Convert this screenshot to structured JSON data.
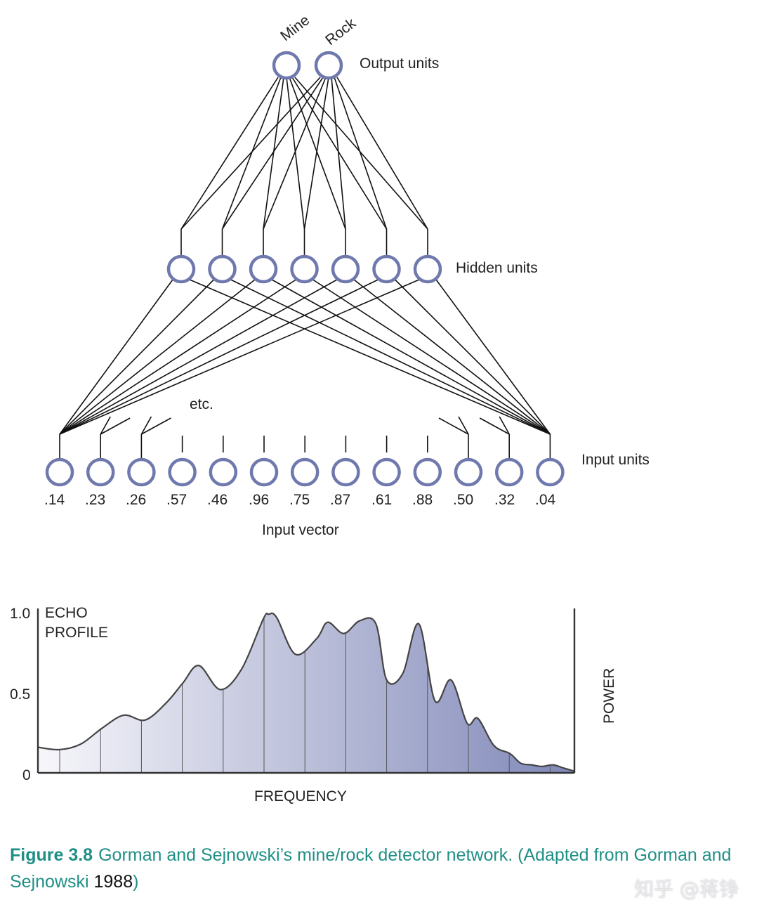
{
  "network": {
    "output_units": [
      "Mine",
      "Rock"
    ],
    "output_label": "Output units",
    "hidden_label": "Hidden units",
    "hidden_count": 7,
    "input_label": "Input units",
    "input_values": [
      ".14",
      ".23",
      ".26",
      ".57",
      ".46",
      ".96",
      ".75",
      ".87",
      ".61",
      ".88",
      ".50",
      ".32",
      ".04"
    ],
    "etc_label": "etc.",
    "input_vector_label": "Input vector",
    "unit_color": "#6f79ad"
  },
  "echo_profile": {
    "title_line1": "ECHO",
    "title_line2": "PROFILE",
    "y_ticks": [
      "1.0",
      "0.5",
      "0"
    ],
    "xlabel": "FREQUENCY",
    "ylabel": "POWER"
  },
  "chart_data": {
    "type": "area",
    "title": "ECHO PROFILE",
    "xlabel": "FREQUENCY",
    "ylabel": "POWER",
    "ylim": [
      0,
      1.0
    ],
    "y_ticks": [
      1.0,
      0.5,
      0
    ],
    "x": [
      0.0,
      0.04,
      0.08,
      0.12,
      0.16,
      0.2,
      0.24,
      0.27,
      0.3,
      0.34,
      0.38,
      0.42,
      0.43,
      0.445,
      0.48,
      0.52,
      0.54,
      0.57,
      0.6,
      0.63,
      0.65,
      0.68,
      0.71,
      0.74,
      0.77,
      0.8,
      0.82,
      0.85,
      0.88,
      0.9,
      0.92,
      0.94,
      0.96,
      0.98,
      1.0
    ],
    "values": [
      0.16,
      0.145,
      0.18,
      0.28,
      0.36,
      0.33,
      0.44,
      0.56,
      0.67,
      0.52,
      0.65,
      0.96,
      0.99,
      0.97,
      0.74,
      0.84,
      0.94,
      0.87,
      0.95,
      0.93,
      0.58,
      0.62,
      0.93,
      0.45,
      0.58,
      0.31,
      0.34,
      0.17,
      0.12,
      0.06,
      0.05,
      0.04,
      0.05,
      0.03,
      0.01
    ],
    "divider_count": 13,
    "fill_gradient": [
      "#f7f7fb",
      "#8088b8"
    ],
    "grid": false
  },
  "caption": {
    "figure_label": "Figure 3.8",
    "text": "Gorman and Sejnowski’s mine/rock detector network. (Adapted from Gorman and Sejnowski ",
    "year": "1988",
    "close": ")"
  },
  "watermark": "知乎 @蒋铮"
}
